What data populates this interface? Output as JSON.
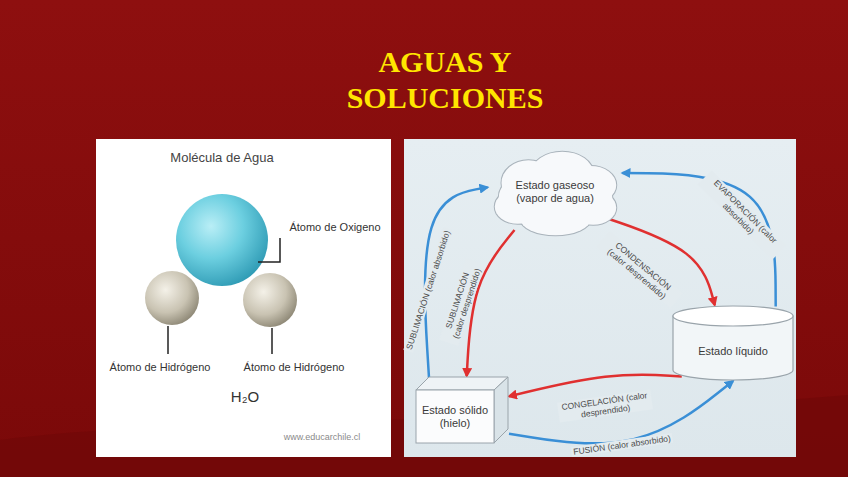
{
  "diagram": {
    "title": "AGUAS Y SOLUCIONES",
    "nodes": [
      {
        "text": [
          "Estado gaseoso (vapor de agua)"
        ]
      },
      {
        "text": [
          "Estado líquido"
        ]
      },
      {
        "text": [
          "Estado sólido (hielo)"
        ]
      }
    ],
    "edges": [
      {
        "from": 1,
        "to": 0,
        "arrow": "to",
        "label": "EVAPORACIÓN (calor absorbido)"
      },
      {
        "from": 0,
        "to": 1,
        "arrow": "to",
        "label": "CONDENSACIÓN (calor desprendido)"
      },
      {
        "from": 2,
        "to": 0,
        "arrow": "to",
        "label": "SUBLIMACIÓN (calor absorbido)"
      },
      {
        "from": 0,
        "to": 2,
        "arrow": "to",
        "label": "SUBLIMACIÓN (calor desprendido)"
      },
      {
        "from": 1,
        "to": 2,
        "arrow": "to",
        "label": "CONGELACIÓN (calor desprendido)"
      },
      {
        "from": 2,
        "to": 1,
        "arrow": "to",
        "label": "FUSIÓN (calor absorbido)"
      }
    ],
    "labels": [
      "Molécula de Agua",
      "Átomo de Oxigeno",
      "Átomo de Hidrógeno",
      "Átomo de Hidrógeno",
      "H₂O",
      "www.educarchile.cl"
    ]
  }
}
